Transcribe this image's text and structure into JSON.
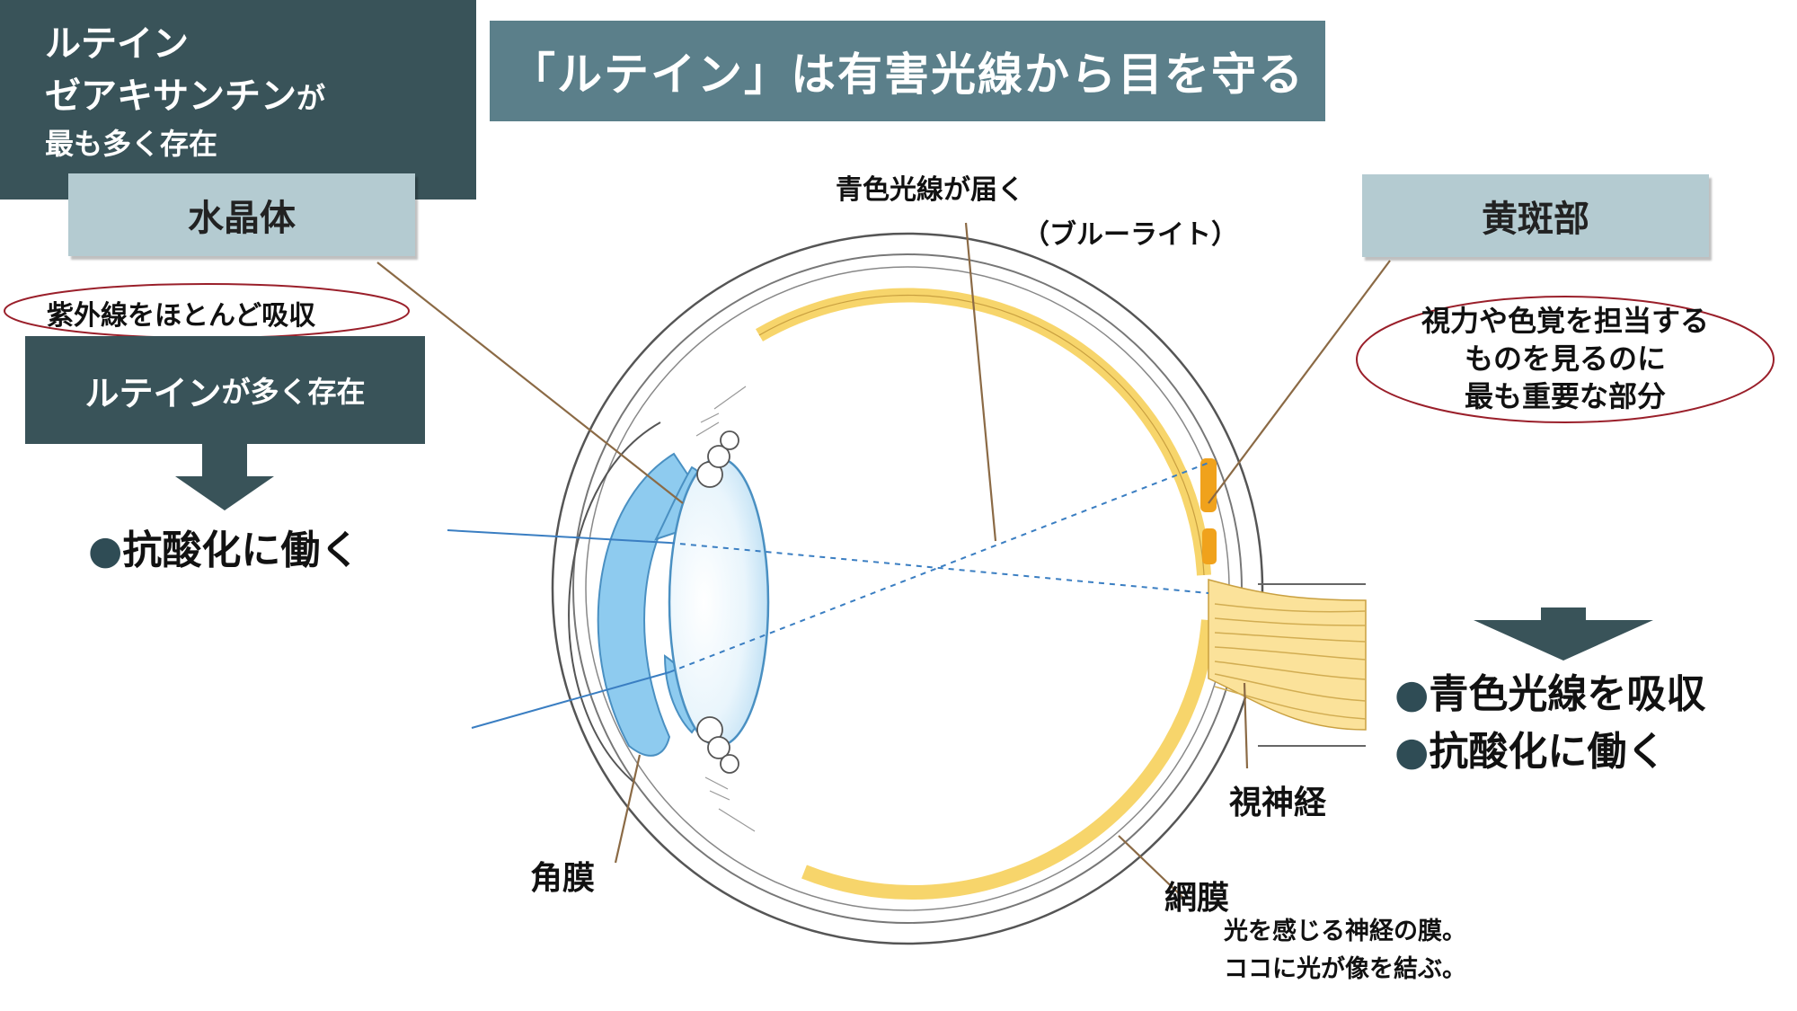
{
  "title": "「ルテイン」は有害光線から目を守る",
  "lens": {
    "label": "水晶体",
    "uv_note": "紫外線をほとんど吸収",
    "lutein_main": "ルテイン",
    "lutein_suffix": "が多く存在",
    "effect_bullet": "●",
    "effect_text": "抗酸化に働く"
  },
  "blue_light": {
    "line1": "青色光線が届く",
    "line2": "（ブルーライト）"
  },
  "macula": {
    "label": "黄斑部",
    "note_lines": [
      "視力や色覚を担当する",
      "ものを見るのに",
      "最も重要な部分"
    ],
    "lutein_line1": "ルテイン",
    "lutein_line2": "ゼアキサンチン",
    "lutein_line2_suffix": "が",
    "lutein_line3": "最も多く存在",
    "effect_bullet": "●",
    "effects": [
      "青色光線を吸収",
      "抗酸化に働く"
    ]
  },
  "parts": {
    "cornea": "角膜",
    "optic_nerve": "視神経",
    "retina": "網膜",
    "retina_note": [
      "光を感じる神経の膜。",
      "ココに光が像を結ぶ。"
    ]
  },
  "colors": {
    "title_bg": "#5b7f8a",
    "label_bg": "#b4cbd1",
    "dark_box_bg": "#395359",
    "retina_yellow": "#f7d56b",
    "macula_orange": "#f0a21c",
    "cornea_blue": "#8ecbef",
    "ray_blue": "#3a7ec2",
    "ellipse_red": "#9a1f2a",
    "leader_brown": "#8b6a45"
  }
}
